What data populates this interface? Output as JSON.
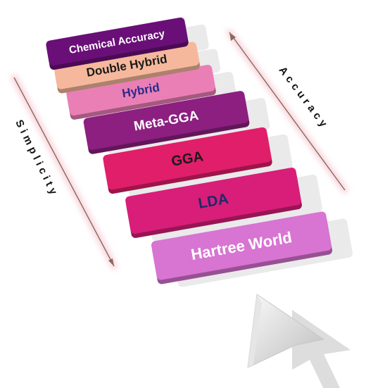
{
  "diagram": {
    "rungs": [
      {
        "label": "Chemical Accuracy",
        "fill": "#6a0f78",
        "text_color": "#ffffff"
      },
      {
        "label": "Double Hybrid",
        "fill": "#f6b89c",
        "text_color": "#1a1a1a"
      },
      {
        "label": "Hybrid",
        "fill": "#ea7fb6",
        "text_color": "#2a2a8a"
      },
      {
        "label": "Meta-GGA",
        "fill": "#8c1f80",
        "text_color": "#ffffff"
      },
      {
        "label": "GGA",
        "fill": "#e01e6a",
        "text_color": "#1a1a1a"
      },
      {
        "label": "LDA",
        "fill": "#d81e78",
        "text_color": "#1f2a6a"
      },
      {
        "label": "Hartree World",
        "fill": "#d874d2",
        "text_color": "#ffffff"
      }
    ],
    "left_axis": {
      "label": "Simplicity"
    },
    "right_axis": {
      "label": "Accuracy"
    },
    "arrow_color": "#d8d8d8"
  }
}
